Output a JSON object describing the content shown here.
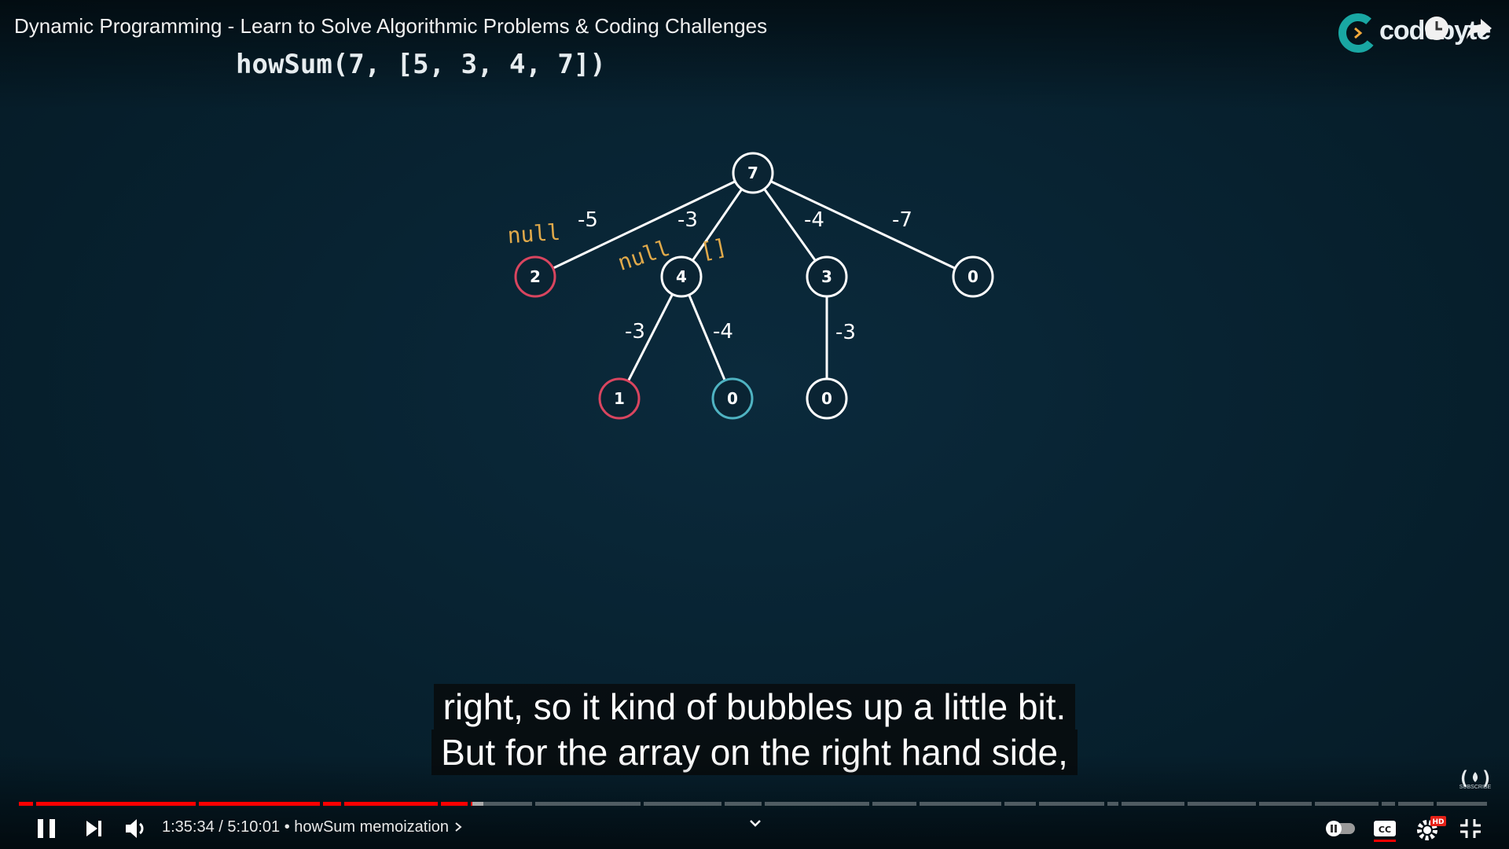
{
  "video": {
    "title": "Dynamic Programming - Learn to Solve Algorithmic Problems & Coding Challenges",
    "brand_name": "codebyte"
  },
  "slide": {
    "heading": "howSum(7, [5, 3, 4, 7])",
    "colors": {
      "default_node": "#ffffff",
      "failed_node": "#d9455f",
      "success_node": "#4fb3c2",
      "return_label": "#e0a94a"
    },
    "nodes": [
      {
        "id": "n7",
        "value": "7",
        "state": "default"
      },
      {
        "id": "n2",
        "value": "2",
        "state": "failed"
      },
      {
        "id": "n4",
        "value": "4",
        "state": "default"
      },
      {
        "id": "n3",
        "value": "3",
        "state": "default"
      },
      {
        "id": "n0a",
        "value": "0",
        "state": "default"
      },
      {
        "id": "n1",
        "value": "1",
        "state": "failed"
      },
      {
        "id": "n0b",
        "value": "0",
        "state": "success"
      },
      {
        "id": "n0c",
        "value": "0",
        "state": "default"
      }
    ],
    "edges": [
      {
        "from": "n7",
        "to": "n2",
        "label": "-5"
      },
      {
        "from": "n7",
        "to": "n4",
        "label": "-3"
      },
      {
        "from": "n7",
        "to": "n3",
        "label": "-4"
      },
      {
        "from": "n7",
        "to": "n0a",
        "label": "-7"
      },
      {
        "from": "n4",
        "to": "n1",
        "label": "-3"
      },
      {
        "from": "n4",
        "to": "n0b",
        "label": "-4"
      },
      {
        "from": "n3",
        "to": "n0c",
        "label": "-3"
      }
    ],
    "return_labels": [
      {
        "text": "null",
        "near": "n2"
      },
      {
        "text": "null",
        "near": "n4"
      },
      {
        "text": "[]",
        "near": "n4"
      }
    ]
  },
  "captions": {
    "line1": "right, so it kind of bubbles up a little bit.",
    "line2": "But for the array on the right hand side,"
  },
  "player": {
    "current_time": "1:35:34",
    "duration": "5:10:01",
    "time_display": "1:35:34 / 5:10:01",
    "chapter": "howSum memoization",
    "separator": "•",
    "played_fraction": 0.3083,
    "buffered_fraction": 0.3155,
    "autoplay": "off",
    "captions_enabled": true,
    "quality_badge": "HD",
    "watermark_label": "SUBSCRIBE",
    "colors": {
      "played": "#ff0000",
      "buffered": "#aaaaaa"
    },
    "icons": [
      "pause-icon",
      "next-icon",
      "volume-icon",
      "chevron-right-icon",
      "chevron-down-icon",
      "autoplay-toggle-icon",
      "captions-icon",
      "settings-icon",
      "exit-fullscreen-icon"
    ]
  }
}
